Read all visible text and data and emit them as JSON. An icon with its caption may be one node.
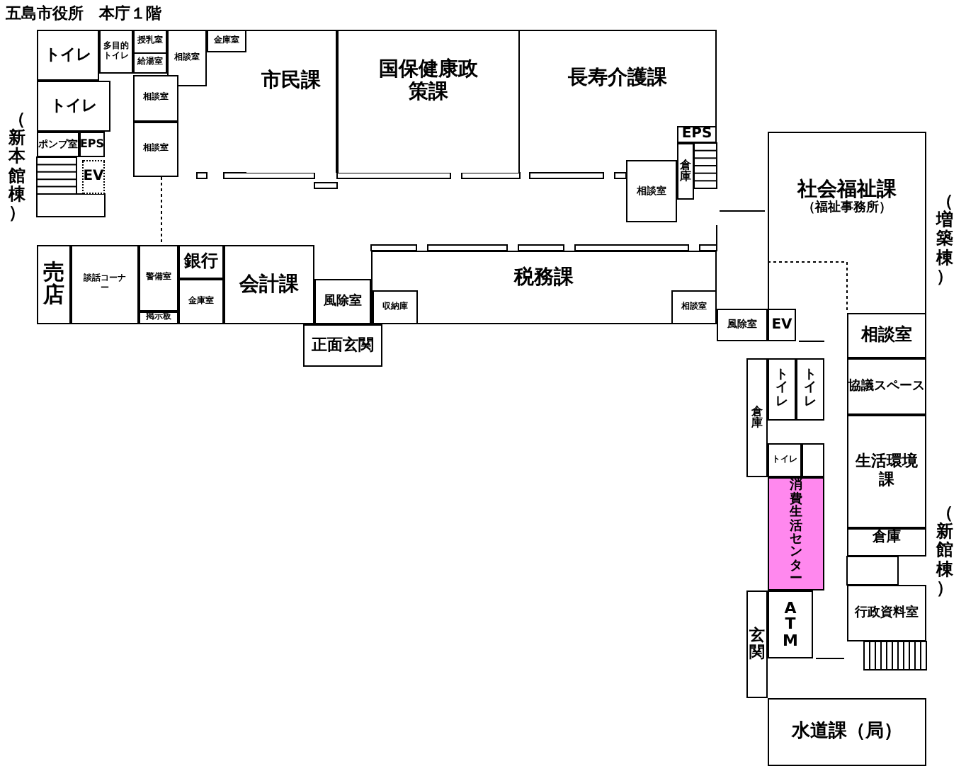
{
  "diagram": {
    "title": "五島市役所　本庁１階",
    "nodes": [
      {
        "text": [
          "トイレ"
        ]
      },
      {
        "text": [
          "多目的トイレ"
        ]
      },
      {
        "text": [
          "トイレ"
        ]
      },
      {
        "text": [
          "ポンプ室"
        ]
      },
      {
        "text": [
          "EPS"
        ]
      },
      {
        "text": [
          "EV"
        ]
      },
      {
        "text": [
          "授乳室"
        ]
      },
      {
        "text": [
          "給湯室"
        ]
      },
      {
        "text": [
          "相談室"
        ]
      },
      {
        "text": [
          "金庫室"
        ]
      },
      {
        "text": [
          "市民課"
        ]
      },
      {
        "text": [
          "相談室"
        ]
      },
      {
        "text": [
          "相談室"
        ]
      },
      {
        "text": [
          "国保健康政策課"
        ]
      },
      {
        "text": [
          "長寿介護課"
        ]
      },
      {
        "text": [
          "EPS"
        ]
      },
      {
        "text": [
          "倉庫"
        ]
      },
      {
        "text": [
          "相談室"
        ]
      },
      {
        "text": [
          "社会福祉課",
          "（福祉事務所）"
        ]
      },
      {
        "text": [
          "売店"
        ]
      },
      {
        "text": [
          "談話コーナー"
        ]
      },
      {
        "text": [
          "警備室"
        ]
      },
      {
        "text": [
          "掲示板"
        ]
      },
      {
        "text": [
          "銀行"
        ]
      },
      {
        "text": [
          "金庫室"
        ]
      },
      {
        "text": [
          "会計課"
        ]
      },
      {
        "text": [
          "風除室"
        ]
      },
      {
        "text": [
          "税務課"
        ]
      },
      {
        "text": [
          "収納庫"
        ],
        "in": 27
      },
      {
        "text": [
          "相談室"
        ],
        "in": 27
      },
      {
        "text": [
          "正面玄関"
        ]
      },
      {
        "text": [
          "風除室"
        ]
      },
      {
        "text": [
          "EV"
        ]
      },
      {
        "text": [
          "相談室"
        ]
      },
      {
        "text": [
          "倉庫"
        ]
      },
      {
        "text": [
          "トイレ"
        ]
      },
      {
        "text": [
          "トイレ"
        ]
      },
      {
        "text": [
          "協議スペース"
        ]
      },
      {
        "text": [
          "生活環境課"
        ]
      },
      {
        "text": [
          "トイレ"
        ]
      },
      {
        "text": [],
        "shape": "box"
      },
      {
        "text": [
          "消費生活センター"
        ]
      },
      {
        "text": [
          "倉庫"
        ]
      },
      {
        "text": [
          "行政資料室"
        ]
      },
      {
        "text": [
          "ATM"
        ]
      },
      {
        "text": [
          "玄関"
        ]
      },
      {
        "text": [
          "水道課（局）"
        ]
      }
    ],
    "labels": [
      "（新本館棟）",
      "（増築棟）",
      "（新館棟）"
    ]
  }
}
